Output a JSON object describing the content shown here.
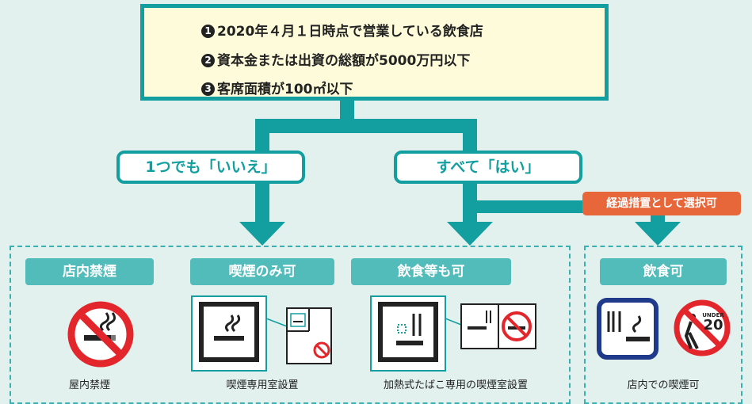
{
  "conditions": [
    {
      "num": "1",
      "text": "2020年４月１日時点で営業している飲食店"
    },
    {
      "num": "2",
      "text": "資本金または出資の総額が5000万円以下"
    },
    {
      "num": "3",
      "text": "客席面積が100㎡以下"
    }
  ],
  "branches": {
    "no_label": "1つでも「いいえ」",
    "yes_label": "すべて「はい」",
    "transitional_label": "経過措置として選択可"
  },
  "categories": [
    {
      "title": "店内禁煙",
      "caption": "屋内禁煙",
      "icon": "no-smoking-icon"
    },
    {
      "title": "喫煙のみ可",
      "caption": "喫煙専用室設置",
      "icon": "smoking-room-icon"
    },
    {
      "title": "飲食等も可",
      "caption": "加熱式たばこ専用の喫煙室設置",
      "icon": "heated-tobacco-room-icon"
    },
    {
      "title": "飲食可",
      "caption": "店内での喫煙可",
      "icon": "smoking-allowed-icon"
    }
  ],
  "under20_sign": {
    "top": "UNDER",
    "number": "20"
  },
  "colors": {
    "teal": "#139fa0",
    "teal_light": "#52bcbb",
    "orange": "#e8673a",
    "background": "#e3f1ee",
    "cream": "#fdfbd9",
    "red": "#e3262c",
    "navy": "#1f3a8a"
  }
}
